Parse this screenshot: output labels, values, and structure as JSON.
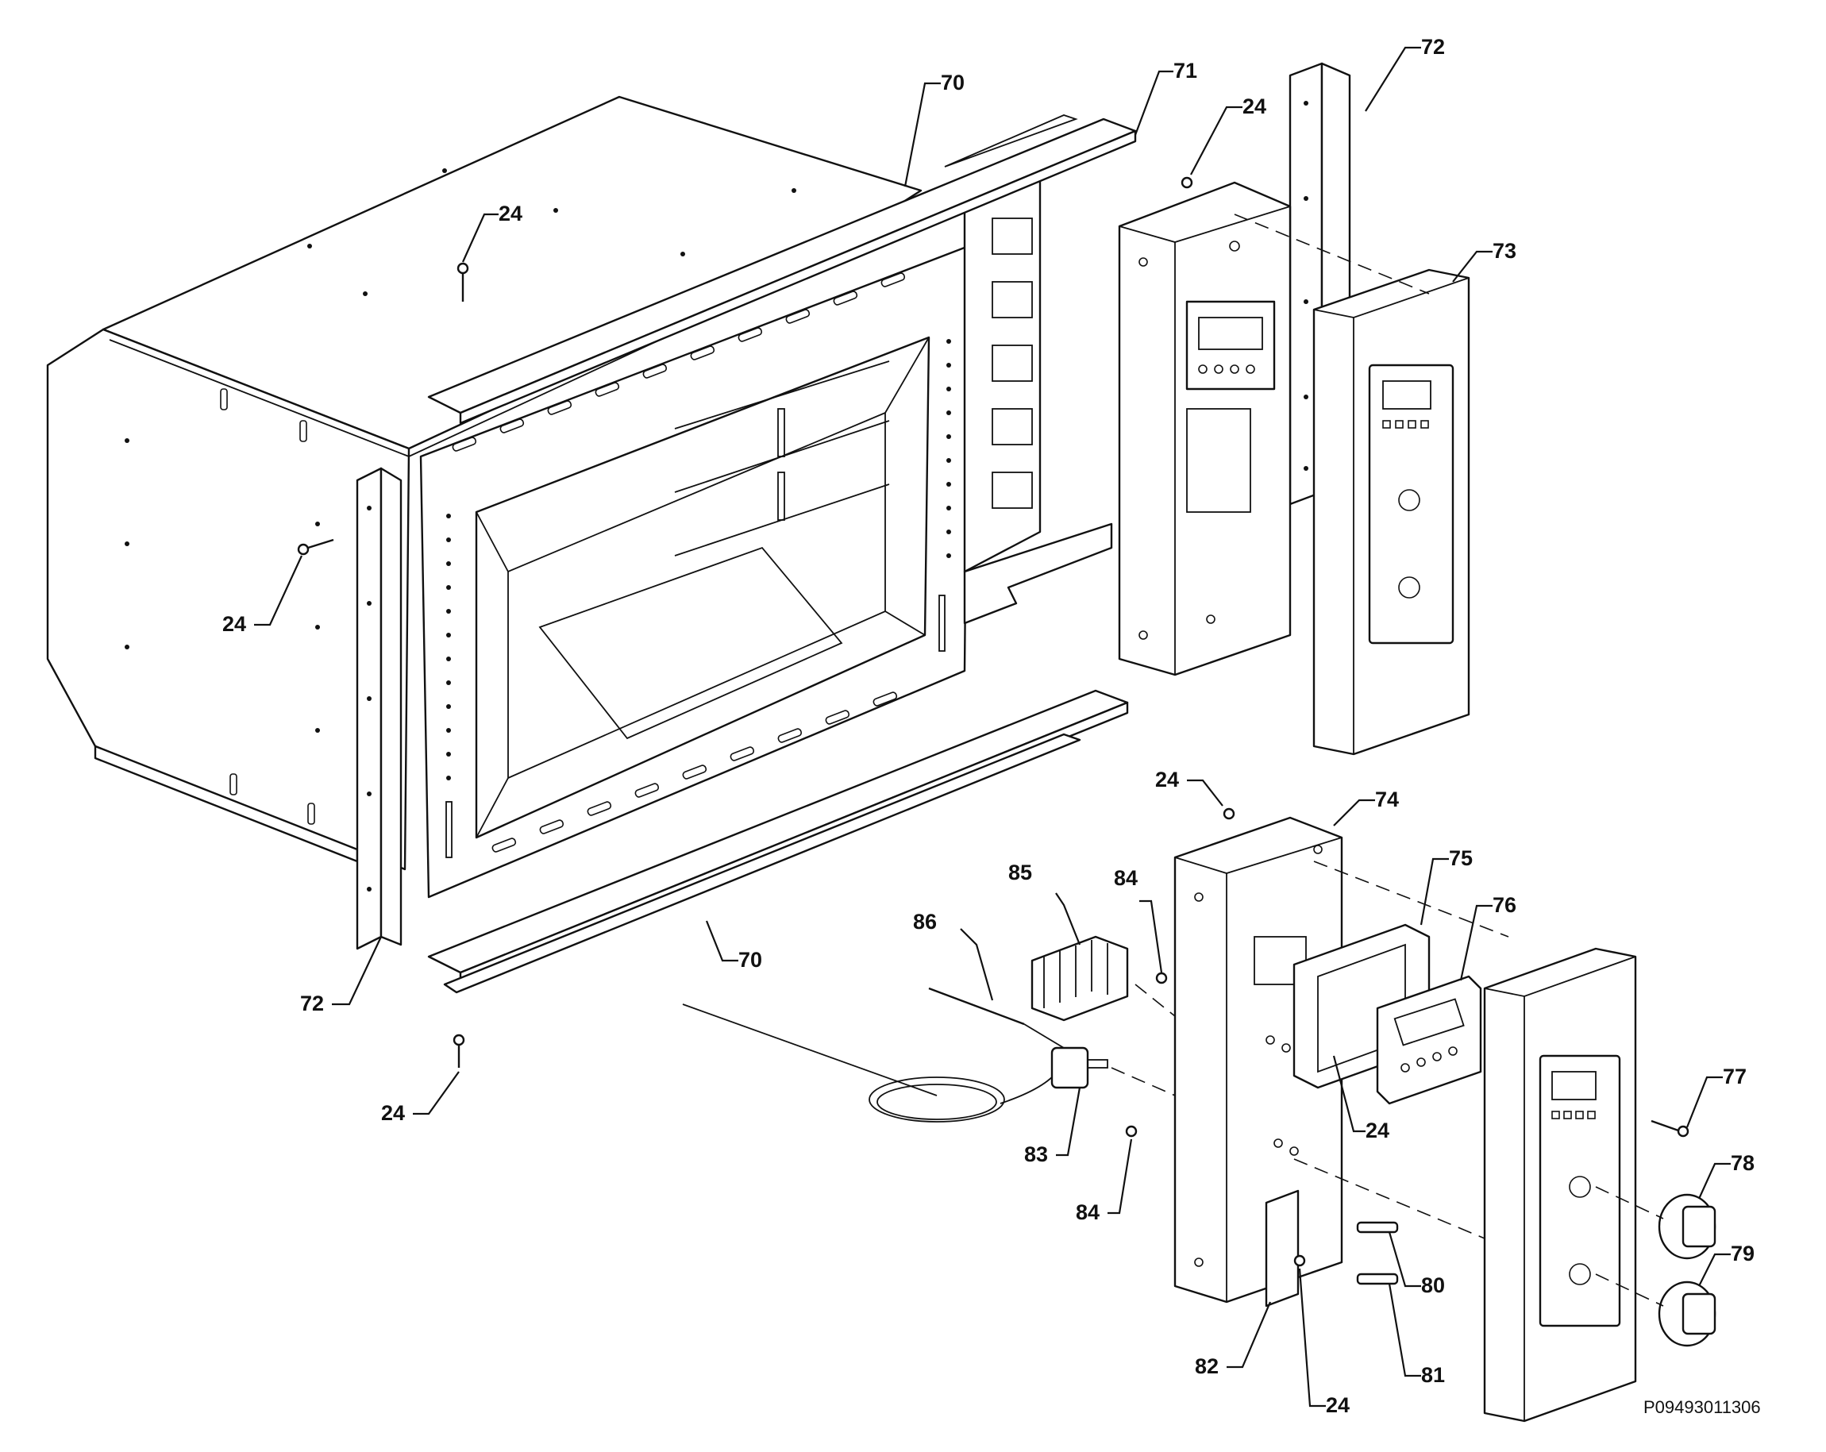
{
  "diagram": {
    "reference_code": "P09493011306",
    "callouts": [
      {
        "id": "c70a",
        "label": "70"
      },
      {
        "id": "c71",
        "label": "71"
      },
      {
        "id": "c24a",
        "label": "24"
      },
      {
        "id": "c72a",
        "label": "72"
      },
      {
        "id": "c24b",
        "label": "24"
      },
      {
        "id": "c73",
        "label": "73"
      },
      {
        "id": "c24c",
        "label": "24"
      },
      {
        "id": "c72b",
        "label": "72"
      },
      {
        "id": "c70b",
        "label": "70"
      },
      {
        "id": "c24d",
        "label": "24"
      },
      {
        "id": "c24e",
        "label": "24"
      },
      {
        "id": "c74",
        "label": "74"
      },
      {
        "id": "c75",
        "label": "75"
      },
      {
        "id": "c76",
        "label": "76"
      },
      {
        "id": "c85",
        "label": "85"
      },
      {
        "id": "c84a",
        "label": "84"
      },
      {
        "id": "c86",
        "label": "86"
      },
      {
        "id": "c24f",
        "label": "24"
      },
      {
        "id": "c77",
        "label": "77"
      },
      {
        "id": "c78",
        "label": "78"
      },
      {
        "id": "c83",
        "label": "83"
      },
      {
        "id": "c84b",
        "label": "84"
      },
      {
        "id": "c79",
        "label": "79"
      },
      {
        "id": "c80",
        "label": "80"
      },
      {
        "id": "c81",
        "label": "81"
      },
      {
        "id": "c82",
        "label": "82"
      },
      {
        "id": "c24g",
        "label": "24"
      }
    ]
  }
}
